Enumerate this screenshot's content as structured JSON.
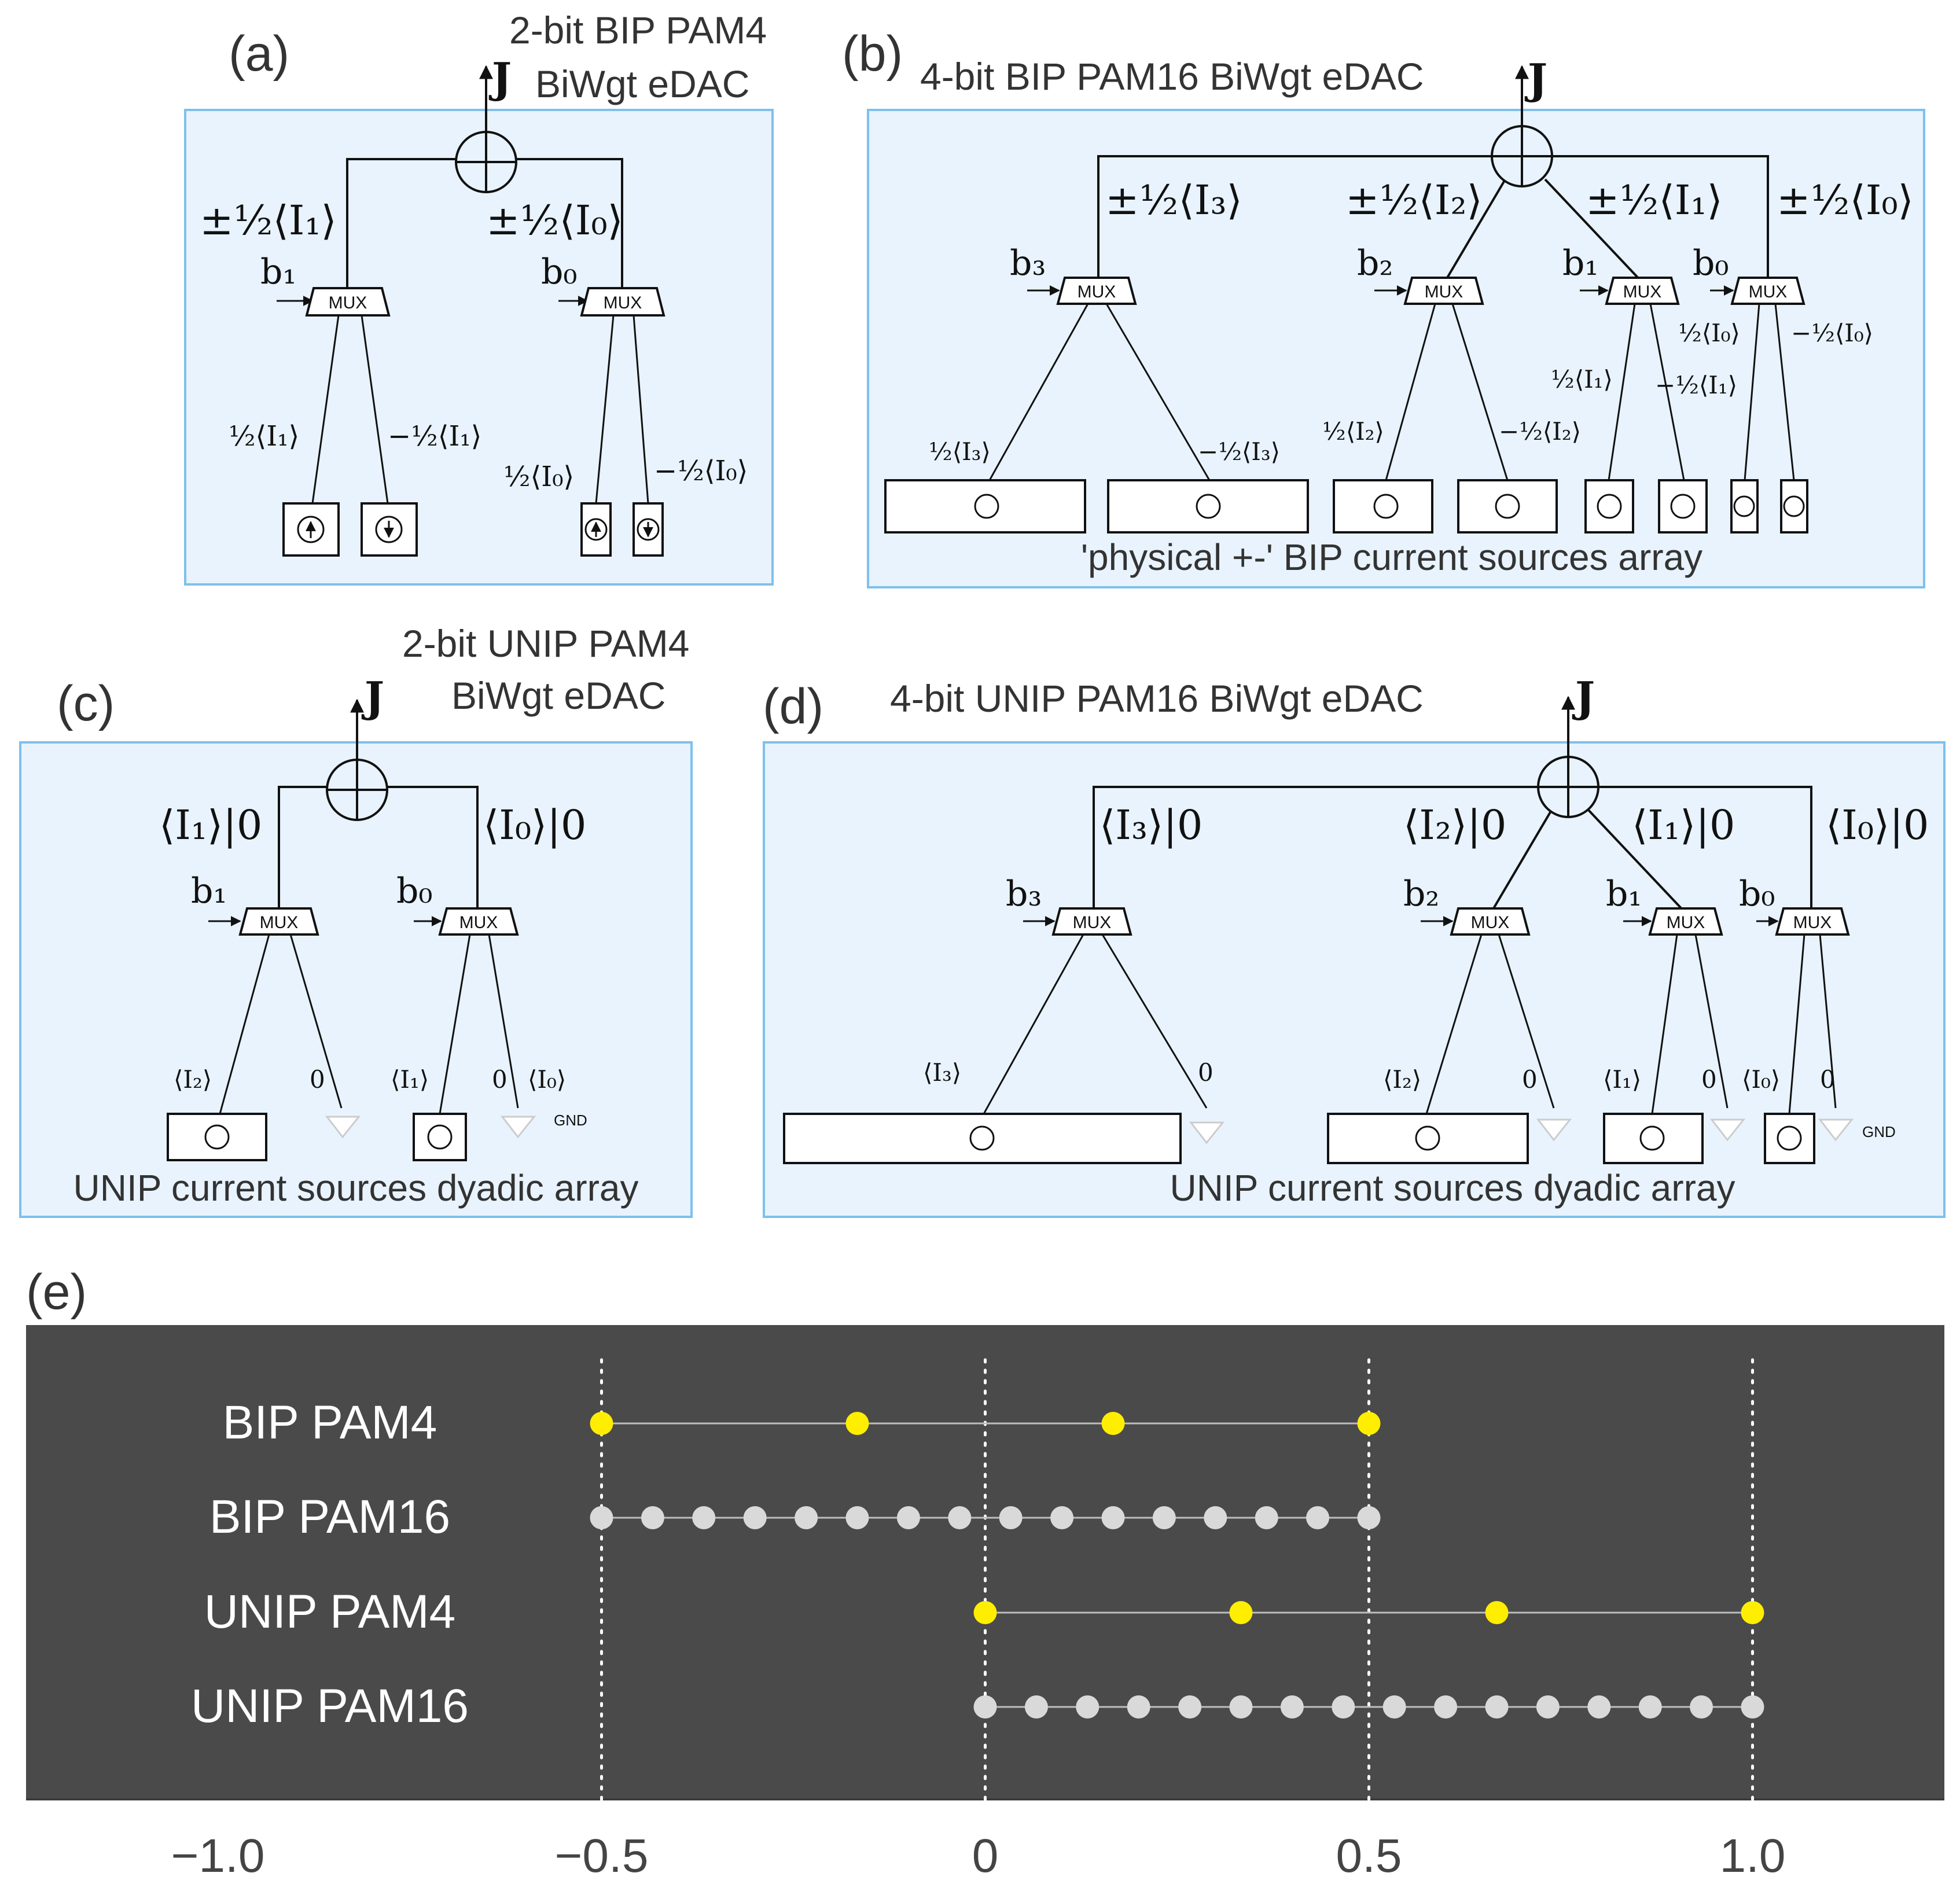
{
  "panels": {
    "a": {
      "letter": "(a)",
      "title_line1": "2-bit BIP PAM4",
      "title_line2": "BiWgt eDAC",
      "output": "J",
      "branches": [
        {
          "weight": "±½⟨I₁⟩",
          "bit": "b₁",
          "mux": "MUX",
          "left": "½⟨I₁⟩",
          "right": "−½⟨I₁⟩"
        },
        {
          "weight": "±½⟨I₀⟩",
          "bit": "b₀",
          "mux": "MUX",
          "left": "½⟨I₀⟩",
          "right": "−½⟨I₀⟩"
        }
      ]
    },
    "b": {
      "letter": "(b)",
      "title": "4-bit BIP PAM16 BiWgt eDAC",
      "output": "J",
      "footer": "'physical +-' BIP current sources array",
      "branches": [
        {
          "weight": "±½⟨I₃⟩",
          "bit": "b₃",
          "mux": "MUX",
          "left": "½⟨I₃⟩",
          "right": "−½⟨I₃⟩"
        },
        {
          "weight": "±½⟨I₂⟩",
          "bit": "b₂",
          "mux": "MUX",
          "left": "½⟨I₂⟩",
          "right": "−½⟨I₂⟩"
        },
        {
          "weight": "±½⟨I₁⟩",
          "bit": "b₁",
          "mux": "MUX",
          "left": "½⟨I₁⟩",
          "right": "−½⟨I₁⟩"
        },
        {
          "weight": "±½⟨I₀⟩",
          "bit": "b₀",
          "mux": "MUX",
          "left": "½⟨I₀⟩",
          "right": "−½⟨I₀⟩"
        }
      ]
    },
    "c": {
      "letter": "(c)",
      "title_line1": "2-bit UNIP PAM4",
      "title_line2": "BiWgt eDAC",
      "output": "J",
      "footer": "UNIP current sources dyadic array",
      "gnd": "GND",
      "branches": [
        {
          "weight": "⟨I₁⟩|0",
          "bit": "b₁",
          "mux": "MUX",
          "left": "⟨I₂⟩",
          "right": "0"
        },
        {
          "weight": "⟨I₀⟩|0",
          "bit": "b₀",
          "mux": "MUX",
          "left": "⟨I₁⟩",
          "right": "0",
          "extra": "⟨I₀⟩"
        }
      ]
    },
    "d": {
      "letter": "(d)",
      "title": "4-bit UNIP PAM16 BiWgt eDAC",
      "output": "J",
      "footer": "UNIP current sources dyadic array",
      "gnd": "GND",
      "branches": [
        {
          "weight": "⟨I₃⟩|0",
          "bit": "b₃",
          "mux": "MUX",
          "left": "⟨I₃⟩",
          "right": "0"
        },
        {
          "weight": "⟨I₂⟩|0",
          "bit": "b₂",
          "mux": "MUX",
          "left": "⟨I₂⟩",
          "right": "0"
        },
        {
          "weight": "⟨I₁⟩|0",
          "bit": "b₁",
          "mux": "MUX",
          "left": "⟨I₁⟩",
          "right": "0"
        },
        {
          "weight": "⟨I₀⟩|0",
          "bit": "b₀",
          "mux": "MUX",
          "left": "⟨I₀⟩",
          "right": "0"
        }
      ]
    },
    "e": {
      "letter": "(e)"
    }
  },
  "chart_data": {
    "type": "scatter",
    "xlim": [
      -1.25,
      1.25
    ],
    "xticks": [
      -1.0,
      -0.5,
      0,
      0.5,
      1.0
    ],
    "xtick_labels": [
      "−1.0",
      "−0.5",
      "0",
      "0.5",
      "1.0"
    ],
    "vlines": [
      -0.5,
      0,
      0.5,
      1.0
    ],
    "background": "#4a4a4a",
    "rows": [
      {
        "label": "BIP PAM4",
        "color": "#ffee00",
        "points": [
          -0.5,
          -0.1667,
          0.1667,
          0.5
        ]
      },
      {
        "label": "BIP PAM16",
        "color": "#d9d9d9",
        "points": [
          -0.5,
          -0.4333,
          -0.3667,
          -0.3,
          -0.2333,
          -0.1667,
          -0.1,
          -0.0333,
          0.0333,
          0.1,
          0.1667,
          0.2333,
          0.3,
          0.3667,
          0.4333,
          0.5
        ]
      },
      {
        "label": "UNIP PAM4",
        "color": "#ffee00",
        "points": [
          0,
          0.3333,
          0.6667,
          1.0
        ]
      },
      {
        "label": "UNIP PAM16",
        "color": "#d9d9d9",
        "points": [
          0,
          0.0667,
          0.1333,
          0.2,
          0.2667,
          0.3333,
          0.4,
          0.4667,
          0.5333,
          0.6,
          0.6667,
          0.7333,
          0.8,
          0.8667,
          0.9333,
          1.0
        ]
      }
    ]
  }
}
